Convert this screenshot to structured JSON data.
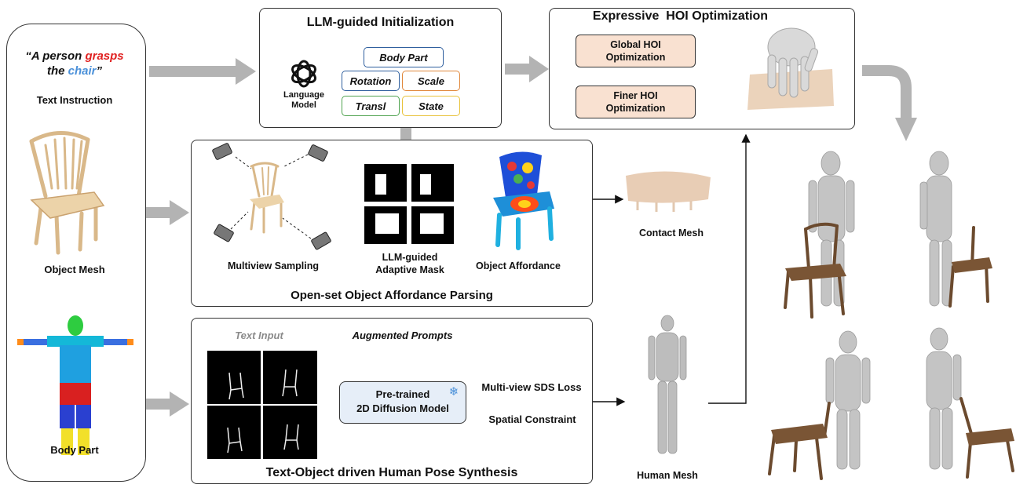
{
  "left_column": {
    "quote_part1": "“A person ",
    "quote_verb": "grasps",
    "quote_part2": "the ",
    "quote_object": "chair",
    "quote_end": "”",
    "text_instruction": "Text Instruction",
    "object_mesh": "Object Mesh",
    "body_part": "Body Part"
  },
  "llm_init": {
    "title": "LLM-guided Initialization",
    "language_model_line1": "Language",
    "language_model_line2": "Model",
    "tags": [
      "Body Part",
      "Rotation",
      "Scale",
      "Transl",
      "State"
    ]
  },
  "affordance": {
    "title": "Open-set Object Affordance Parsing",
    "multiview": "Multiview Sampling",
    "mask_line1": "LLM-guided",
    "mask_line2": "Adaptive Mask",
    "object_affordance": "Object Affordance",
    "contact_mesh": "Contact Mesh"
  },
  "pose": {
    "title": "Text-Object driven Human Pose Synthesis",
    "text_input": "Text Input",
    "augmented": "Augmented Prompts",
    "diffusion_line1": "Pre-trained",
    "diffusion_line2": "2D Diffusion Model",
    "sds_loss": "Multi-view SDS Loss",
    "spatial": "Spatial Constraint",
    "human_mesh": "Human Mesh"
  },
  "hoi": {
    "title": "Expressive  HOI Optimization",
    "global_line1": "Global HOI",
    "global_line2": "Optimization",
    "finer_line1": "Finer HOI",
    "finer_line2": "Optimization"
  },
  "colors": {
    "accent_red": "#e02020",
    "accent_blue": "#4a90d9",
    "peach": "#f9e1d1",
    "gray_arrow": "#b3b3b3",
    "tag_blue": "#2f5f9e",
    "tag_orange": "#e0873a",
    "tag_green": "#4fa34f",
    "tag_yellow": "#e8c23a"
  }
}
